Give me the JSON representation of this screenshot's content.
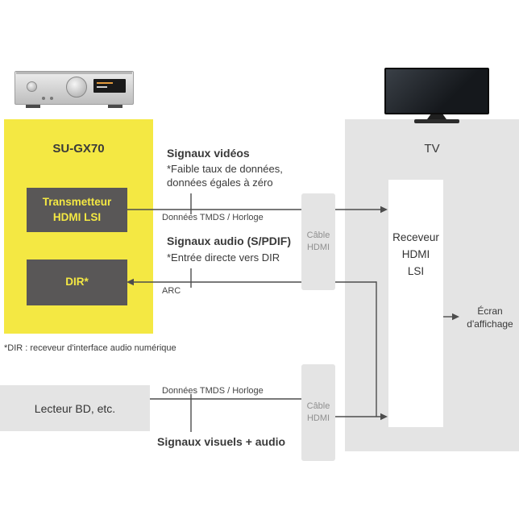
{
  "amplifier_panel": {
    "title": "SU-GX70",
    "transmitter_label": "Transmetteur\nHDMI LSI",
    "dir_label": "DIR*"
  },
  "tv_panel": {
    "title": "TV",
    "receiver_label": "Receveur\nHDMI\nLSI",
    "screen_label": "Écran\nd'affichage"
  },
  "cables": {
    "top_label": "Câble\nHDMI",
    "bottom_label": "Câble\nHDMI"
  },
  "connections": {
    "video_title": "Signaux vidéos",
    "video_note": "*Faible taux de données,\n données égales à zéro",
    "video_channel": "Données TMDS / Horloge",
    "audio_title": "Signaux audio (S/PDIF)",
    "audio_note": "*Entrée directe vers DIR",
    "audio_channel": "ARC",
    "bd_channel": "Données TMDS / Horloge",
    "bd_signal": "Signaux visuels + audio"
  },
  "bd_player": {
    "label": "Lecteur BD, etc."
  },
  "footnote": "*DIR : receveur d'interface audio numérique",
  "colors": {
    "yellow": "#f4e843",
    "dark_box": "#595757",
    "panel_gray": "#e4e4e4",
    "line": "#4d4d4d"
  }
}
